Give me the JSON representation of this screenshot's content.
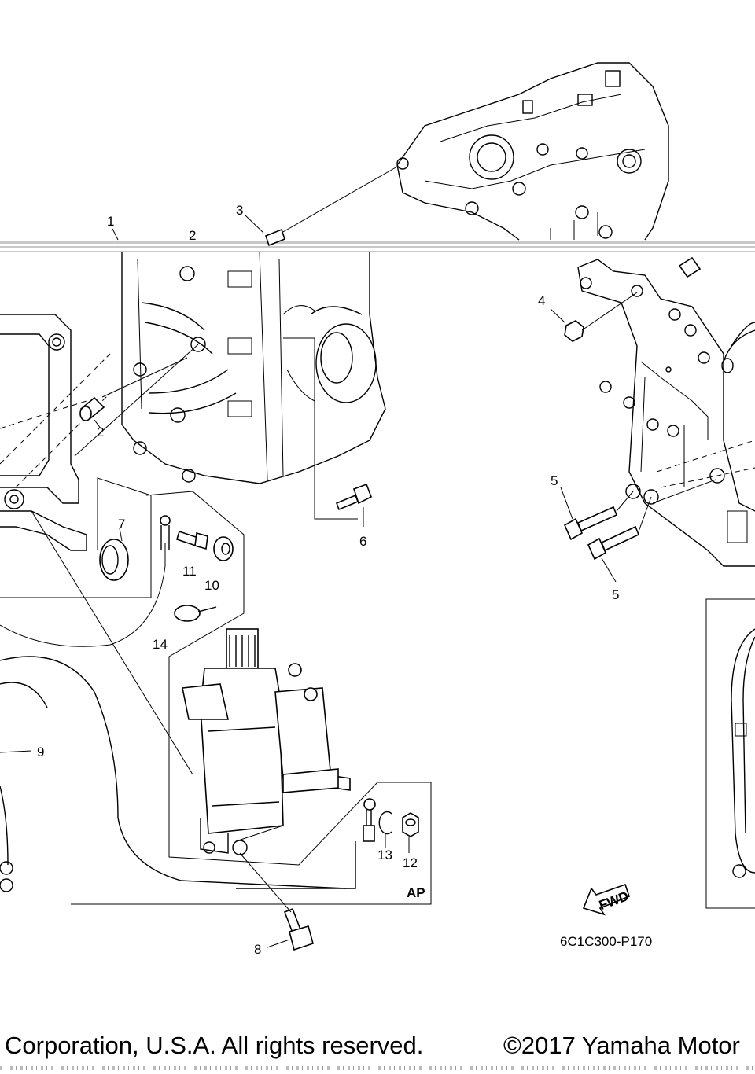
{
  "diagram": {
    "callouts": [
      "1",
      "2",
      "2",
      "3",
      "4",
      "5",
      "5",
      "6",
      "7",
      "8",
      "9",
      "10",
      "11",
      "12",
      "13",
      "14"
    ],
    "box_label": "AP",
    "direction_arrow": "FWD",
    "drawing_code": "6C1C300-P170"
  },
  "footer": {
    "left_text": "Corporation, U.S.A. All rights reserved.",
    "right_text": "©2017 Yamaha Motor"
  }
}
